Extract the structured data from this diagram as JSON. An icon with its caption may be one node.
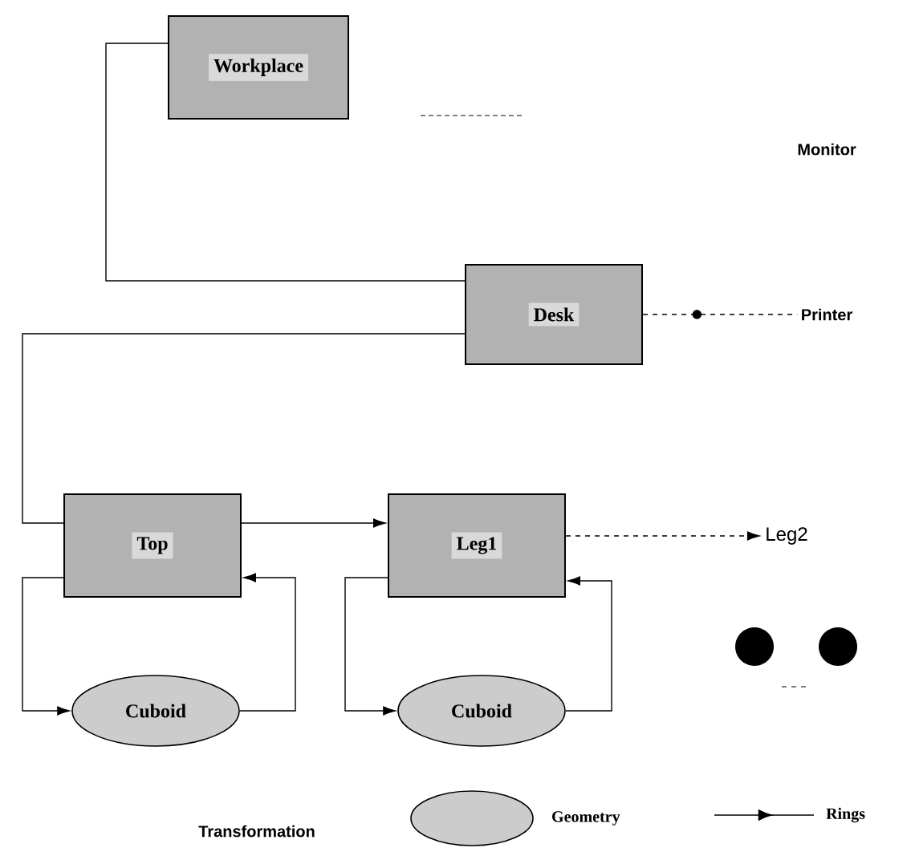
{
  "diagram": {
    "nodes": [
      {
        "text": [
          "Workplace"
        ]
      },
      {
        "text": [
          "Desk"
        ]
      },
      {
        "text": [
          "Top"
        ]
      },
      {
        "text": [
          "Leg1"
        ]
      },
      {
        "text": [
          "Cuboid"
        ]
      },
      {
        "text": [
          "Cuboid"
        ]
      },
      {
        "text": [
          "Monitor"
        ]
      },
      {
        "text": [
          "Printer"
        ]
      },
      {
        "text": [
          "Leg2"
        ]
      }
    ],
    "edges": [
      {
        "from": 0,
        "to": 1,
        "arrow": "none"
      },
      {
        "from": 1,
        "to": 2,
        "arrow": "none"
      },
      {
        "from": 2,
        "to": 3,
        "arrow": "to"
      },
      {
        "from": 2,
        "to": 4,
        "arrow": "to"
      },
      {
        "from": 4,
        "to": 2,
        "arrow": "to"
      },
      {
        "from": 3,
        "to": 5,
        "arrow": "to"
      },
      {
        "from": 5,
        "to": 3,
        "arrow": "to"
      },
      {
        "from": 3,
        "to": 8,
        "arrow": "to",
        "style": "dashed"
      },
      {
        "from": 1,
        "to": 7,
        "arrow": "none",
        "style": "dashed"
      }
    ],
    "labels": [
      "Transformation"
    ],
    "legend": [
      {
        "text": "Geometry"
      },
      {
        "text": "Rings"
      }
    ]
  }
}
